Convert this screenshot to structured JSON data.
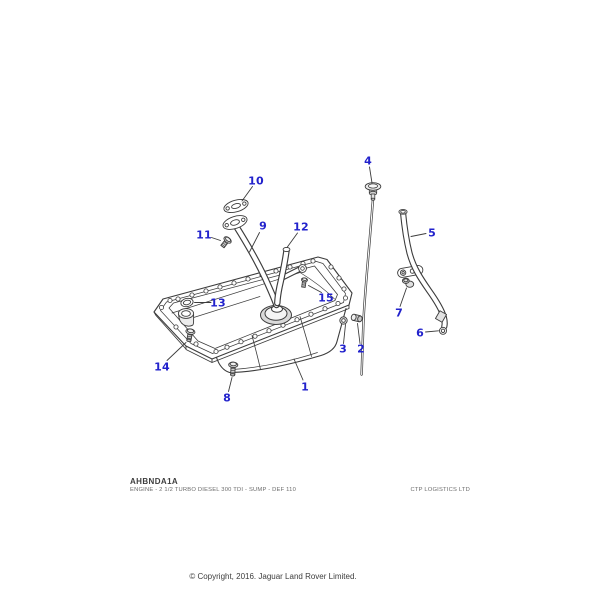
{
  "header": {
    "code": "AHBNDA1A",
    "description": "ENGINE - 2 1/2 TURBO DIESEL 300 TDI - SUMP - DEF 110",
    "vendor": "CTP LOGISTICS LTD"
  },
  "footer": {
    "copyright": "© Copyright, 2016. Jaguar Land Rover Limited."
  },
  "diagram": {
    "callout_color": "#2222cc",
    "line_color": "#3c3c3c",
    "callouts": [
      {
        "label": "1"
      },
      {
        "label": "2"
      },
      {
        "label": "3"
      },
      {
        "label": "4"
      },
      {
        "label": "5"
      },
      {
        "label": "6"
      },
      {
        "label": "7"
      },
      {
        "label": "8"
      },
      {
        "label": "9"
      },
      {
        "label": "10"
      },
      {
        "label": "11"
      },
      {
        "label": "12"
      },
      {
        "label": "13"
      },
      {
        "label": "14"
      },
      {
        "label": "15"
      }
    ]
  }
}
